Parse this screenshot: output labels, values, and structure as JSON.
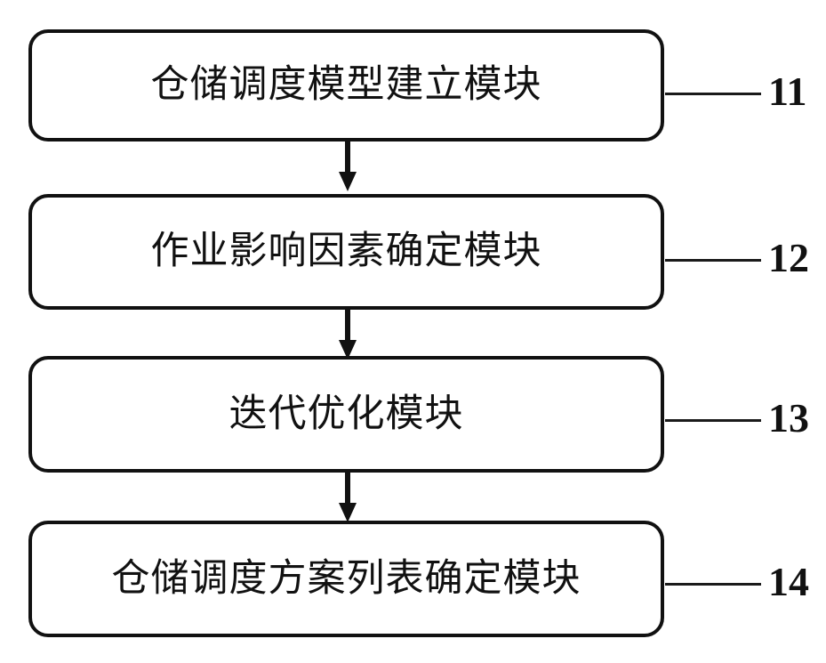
{
  "diagram": {
    "type": "patent-flowchart",
    "orientation": "vertical",
    "colors": {
      "background": "#ffffff",
      "stroke": "#111111",
      "text": "#111111"
    },
    "nodes": [
      {
        "id": "module-11",
        "label": "仓储调度模型建立模块",
        "ref": "11"
      },
      {
        "id": "module-12",
        "label": "作业影响因素确定模块",
        "ref": "12"
      },
      {
        "id": "module-13",
        "label": "迭代优化模块",
        "ref": "13"
      },
      {
        "id": "module-14",
        "label": "仓储调度方案列表确定模块",
        "ref": "14"
      }
    ],
    "connectors": [
      {
        "id": "arrow-1",
        "from": "module-11",
        "to": "module-12",
        "style": "solid-arrow-down"
      },
      {
        "id": "arrow-2",
        "from": "module-12",
        "to": "module-13",
        "style": "solid-arrow-down"
      },
      {
        "id": "arrow-3",
        "from": "module-13",
        "to": "module-14",
        "style": "solid-arrow-down"
      }
    ]
  }
}
